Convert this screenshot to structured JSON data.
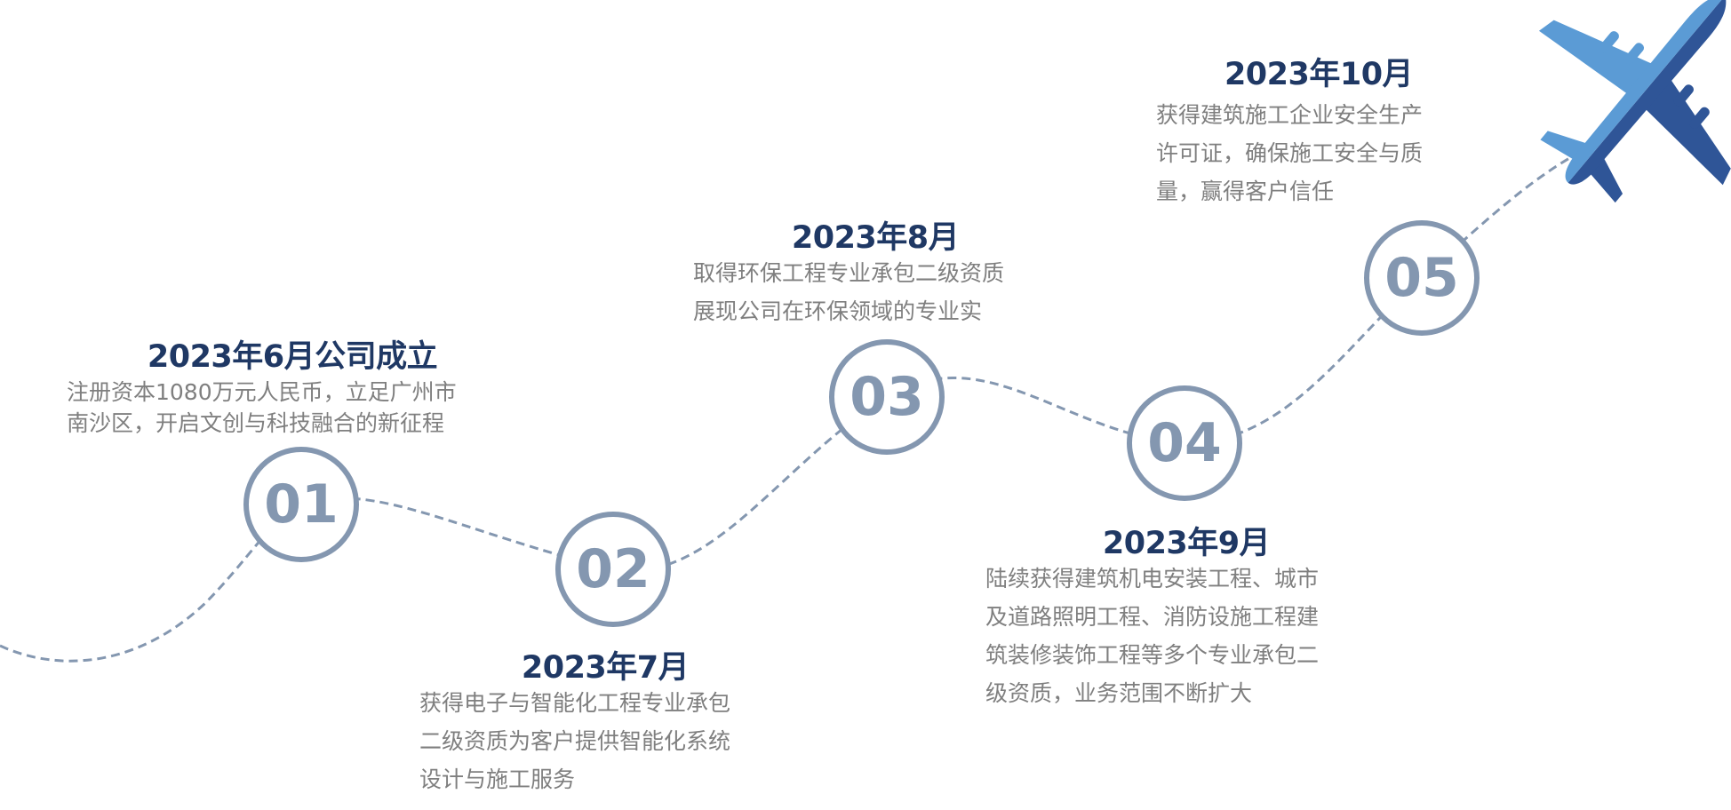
{
  "colors": {
    "title": "#1f3864",
    "body": "#7f7f7f",
    "circle": "#8497b0",
    "plane_light": "#5b9bd5",
    "plane_dark": "#2f5597"
  },
  "milestones": [
    {
      "number": "01",
      "title": "2023年6月公司成立",
      "lines": [
        "注册资本1080万元人民币，立足广州市",
        "南沙区，开启文创与科技融合的新征程"
      ]
    },
    {
      "number": "02",
      "title": "2023年7月",
      "lines": [
        "获得电子与智能化工程专业承包",
        "二级资质为客户提供智能化系统",
        "设计与施工服务"
      ]
    },
    {
      "number": "03",
      "title": "2023年8月",
      "lines": [
        "取得环保工程专业承包二级资质",
        "展现公司在环保领域的专业实"
      ]
    },
    {
      "number": "04",
      "title": "2023年9月",
      "lines": [
        "陆续获得建筑机电安装工程、城市",
        "及道路照明工程、消防设施工程建",
        "筑装修装饰工程等多个专业承包二",
        "级资质，业务范围不断扩大"
      ]
    },
    {
      "number": "05",
      "title": "2023年10月",
      "lines": [
        "获得建筑施工企业安全生产",
        "许可证，确保施工安全与质",
        "量，赢得客户信任"
      ]
    }
  ],
  "icons": {
    "plane": "airplane-icon"
  }
}
